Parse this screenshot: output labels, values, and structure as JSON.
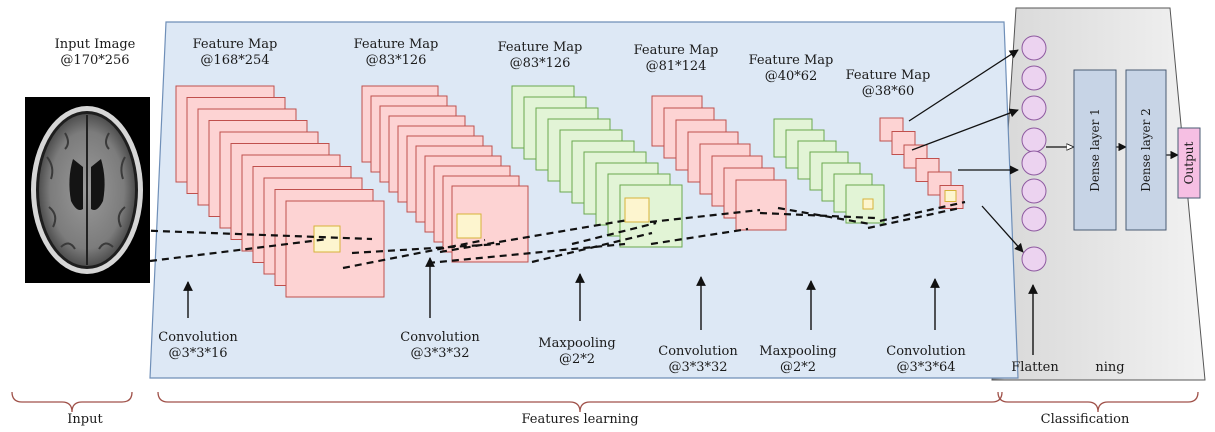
{
  "input_image": {
    "title": "Input Image",
    "size": "@170*256"
  },
  "feature_maps": [
    {
      "title": "Feature Map",
      "size": "@168*254"
    },
    {
      "title": "Feature Map",
      "size": "@83*126"
    },
    {
      "title": "Feature Map",
      "size": "@83*126"
    },
    {
      "title": "Feature Map",
      "size": "@81*124"
    },
    {
      "title": "Feature Map",
      "size": "@40*62"
    },
    {
      "title": "Feature Map",
      "size": "@38*60"
    }
  ],
  "operations": [
    {
      "name": "Convolution",
      "param": "@3*3*16"
    },
    {
      "name": "Convolution",
      "param": "@3*3*32"
    },
    {
      "name": "Maxpooling",
      "param": "@2*2"
    },
    {
      "name": "Convolution",
      "param": "@3*3*32"
    },
    {
      "name": "Maxpooling",
      "param": "@2*2"
    },
    {
      "name": "Convolution",
      "param": "@3*3*64"
    }
  ],
  "classification": {
    "flatten": "Flatten",
    "dense1": "Dense layer 1",
    "dense2": "Dense layer 2",
    "output": "Output",
    "partial_text": "ning"
  },
  "sections": {
    "input": "Input",
    "features": "Features learning",
    "classification": "Classification"
  },
  "colors": {
    "conv_fill": "#fdd3d3",
    "conv_stroke": "#c0504d",
    "pool_fill": "#e2f4d6",
    "pool_stroke": "#6aa84f",
    "panel_fill": "#dde8f5",
    "panel_stroke": "#6f8fb8",
    "dense_fill": "#c7d4e6",
    "neuron_fill": "#ecd3f0",
    "neuron_stroke": "#8e5aa0",
    "output_fill": "#f6bfe3",
    "kernel_fill": "#fdf5cf",
    "kernel_stroke": "#d7b23a",
    "brace": "#a0524a"
  }
}
